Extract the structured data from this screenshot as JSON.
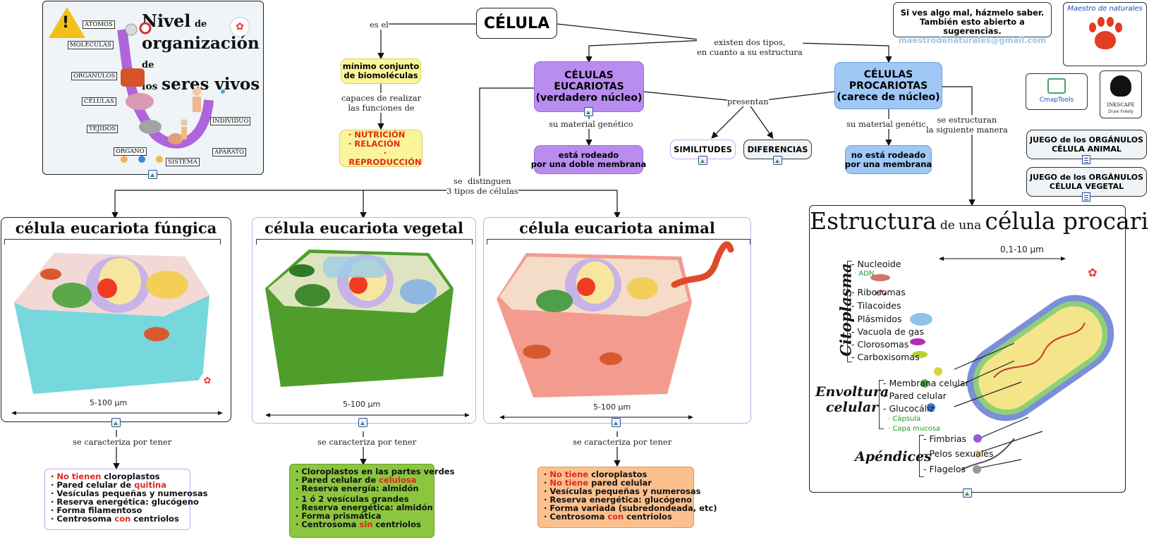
{
  "center_title": "CÉLULA",
  "links": {
    "es_el": "es el",
    "capaces": "capaces de realizar\nlas funciones de",
    "existen": "existen dos tipos,\nen cuanto a su estructura",
    "su_material_euc": "su material genético",
    "su_material_pro": "su material genético",
    "presentan": "presentan",
    "se_estructuran": "se estructuran\nla siguiente manera",
    "se_distinguen": "se  distinguen\n3 tipos de células",
    "caracteriza_1": "se caracteriza por tener",
    "caracteriza_2": "se caracteriza por tener",
    "caracteriza_3": "se caracteriza por tener"
  },
  "nodes": {
    "minimo": "mínimo conjunto\nde biomoléculas",
    "funciones": [
      "· NUTRICIÓN",
      "· RELACIÓN",
      "· REPRODUCCIÓN"
    ],
    "eucariotas_title": "CÉLULAS\nEUCARIOTAS",
    "eucariotas_sub": "(verdadero núcleo)",
    "procariotas_title": "CÉLULAS\nPROCARIOTAS",
    "procariotas_sub": "(carece de núcleo)",
    "doble_membrana": "está rodeado\npor una doble membrana",
    "no_membrana": "no está rodeado\npor una membrana",
    "similitudes": "SIMILITUDES",
    "diferencias": "DIFERENCIAS",
    "juego_animal": "JUEGO de los ORGÁNULOS\nCÉLULA ANIMAL",
    "juego_vegetal": "JUEGO de los ORGÁNULOS\nCÉLULA VEGETAL"
  },
  "feedback": {
    "line1": "Si ves algo mal, házmelo saber.",
    "line2": "También esto abierto a sugerencias.",
    "email": "maestrodenaturales@gmail.com"
  },
  "logos": {
    "maestro": "Maestro de naturales",
    "cmaptools": "CmapTools",
    "inkscape": "INKSCAPE",
    "inkscape_tag": "Draw Freely"
  },
  "levels": {
    "title_1": "Nivel",
    "title_de": "de",
    "title_2": "organización",
    "title_de2": "de",
    "title_3": "los",
    "title_4": "seres vivos",
    "labels": [
      "ÁTOMOS",
      "MOLÉCULAS",
      "ORGÁNULOS",
      "CÉLULAS",
      "TEJIDOS",
      "ÓRGANO",
      "SISTEMA",
      "APARATO",
      "INDIVIDUO"
    ]
  },
  "cells": {
    "fungica": {
      "title": "célula eucariota fúngica",
      "scale": "5-100 µm",
      "features": [
        {
          "pre": "· ",
          "em": "No tienen",
          "post": " cloroplastos",
          "em_color": "red"
        },
        {
          "pre": "· Pared celular de ",
          "em": "quitina",
          "post": "",
          "em_color": "red"
        },
        {
          "pre": "· Vesículas pequeñas y numerosas",
          "em": "",
          "post": ""
        },
        {
          "pre": "· Reserva energética: glucógeno",
          "em": "",
          "post": ""
        },
        {
          "pre": "· Forma filamentoso",
          "em": "",
          "post": ""
        },
        {
          "pre": "· Centrosoma ",
          "em": "con",
          "post": " centriolos",
          "em_color": "red"
        }
      ]
    },
    "vegetal": {
      "title": "célula eucariota vegetal",
      "scale": "5-100 µm",
      "features": [
        {
          "pre": "· Cloroplastos en las partes verdes",
          "em": "",
          "post": ""
        },
        {
          "pre": "· Pared celular de ",
          "em": "celulosa",
          "post": "",
          "em_color": "red"
        },
        {
          "pre": "· Reserva energía: almidón",
          "em": "",
          "post": ""
        },
        {
          "pre": "· 1 ó 2 vesículas grandes",
          "em": "",
          "post": ""
        },
        {
          "pre": "· Reserva energética: almidón",
          "em": "",
          "post": ""
        },
        {
          "pre": "· Forma prismática",
          "em": "",
          "post": ""
        },
        {
          "pre": "· Centrosoma ",
          "em": "sin",
          "post": " centriolos",
          "em_color": "red"
        }
      ]
    },
    "animal": {
      "title": "célula eucariota animal",
      "scale": "5-100 µm",
      "features": [
        {
          "pre": "· ",
          "em": "No tiene",
          "post": " cloroplastos",
          "em_color": "red"
        },
        {
          "pre": "· ",
          "em": "No tiene",
          "post": " pared celular",
          "em_color": "red"
        },
        {
          "pre": "· Vesículas pequeñas y numerosas",
          "em": "",
          "post": ""
        },
        {
          "pre": "· Reserva energética: glucógeno",
          "em": "",
          "post": ""
        },
        {
          "pre": "· Forma variada (subredondeada, etc)",
          "em": "",
          "post": ""
        },
        {
          "pre": "· Centrosoma ",
          "em": "con",
          "post": " centriolos",
          "em_color": "red"
        }
      ]
    }
  },
  "procariota": {
    "title_1": "Estructura",
    "title_de": "de una",
    "title_2": "célula procariota",
    "scale": "0,1-10 µm",
    "groups": {
      "citoplasma": "Citoplasma",
      "envoltura_1": "Envoltura",
      "envoltura_2": "celular",
      "apendices": "Apéndices"
    },
    "citoplasma_items": [
      "- Nucleoide",
      "· ADN",
      "- Ribosomas",
      "- Tilacoides",
      "- Plásmidos",
      "- Vacuola de gas",
      "- Clorosomas",
      "- Carboxisomas"
    ],
    "envoltura_items": [
      "- Membrana celular",
      "- Pared celular",
      "- Glucocáliz",
      "· Cápsula",
      "· Capa mucosa"
    ],
    "apendices_items": [
      "- Fimbrias",
      "- Pelos sexuales",
      "- Flagelos"
    ]
  },
  "colors": {
    "euk_purple": "#b98cf0",
    "prok_blue": "#9fc8f7",
    "yellow": "#fbf59a",
    "fungal_teal": "#5ed0d6",
    "plant_green": "#4f9e2c",
    "animal_red": "#f07a6a",
    "feature_green": "#8cc63f",
    "feature_orange": "#fbc08e"
  }
}
